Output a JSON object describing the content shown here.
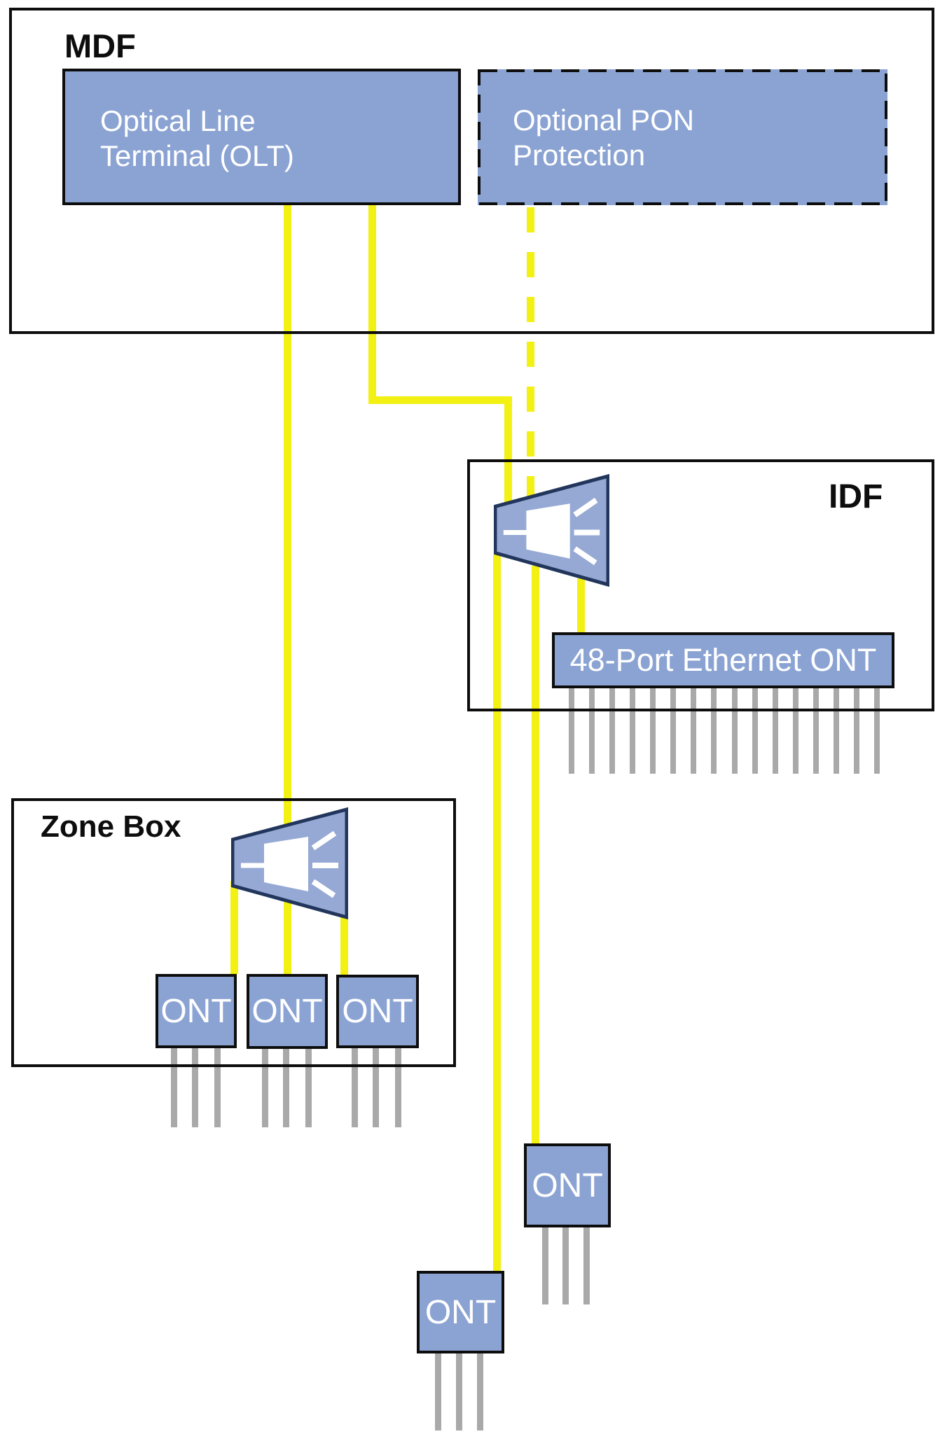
{
  "mdf": {
    "label": "MDF",
    "olt_label": "Optical Line Terminal (OLT)",
    "pon_label": "Optional PON Protection"
  },
  "idf": {
    "label": "IDF",
    "ont48_label": "48-Port Ethernet ONT",
    "port_count": 16
  },
  "zone": {
    "label": "Zone Box",
    "ont_labels": [
      "ONT",
      "ONT",
      "ONT"
    ],
    "tails_per_ont": 3
  },
  "drops": {
    "upper_ont_label": "ONT",
    "lower_ont_label": "ONT",
    "tails_per_ont": 3
  },
  "legend": {
    "fiber_color": "#f3f014",
    "copper_color": "#a9a9a9",
    "equipment_fill": "#8ba3d3",
    "splitter_fill": "#96a9d4",
    "splitter_border": "#22365c",
    "outline_color": "#0d0d0d"
  }
}
